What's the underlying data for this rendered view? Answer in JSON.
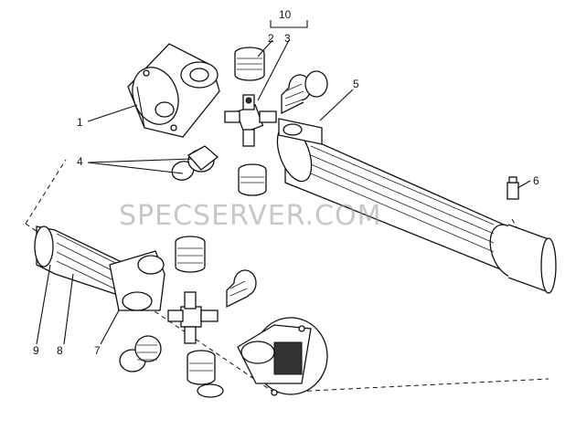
{
  "watermark": "SPECSERVER.COM",
  "callouts": [
    {
      "id": "c1",
      "text": "1"
    },
    {
      "id": "c2",
      "text": "2"
    },
    {
      "id": "c3",
      "text": "3"
    },
    {
      "id": "c4",
      "text": "4"
    },
    {
      "id": "c5",
      "text": "5"
    },
    {
      "id": "c6",
      "text": "6"
    },
    {
      "id": "c7",
      "text": "7"
    },
    {
      "id": "c8",
      "text": "8"
    },
    {
      "id": "c9",
      "text": "9"
    },
    {
      "id": "c10",
      "text": "10"
    }
  ]
}
